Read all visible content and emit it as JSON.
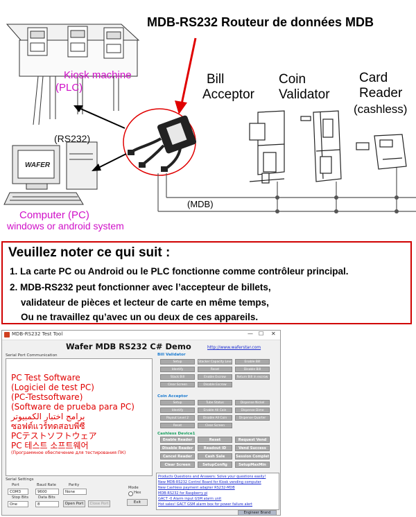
{
  "diagram": {
    "title": "MDB-RS232 Routeur de données MDB",
    "kiosk_label_1": "Kiosk machine",
    "kiosk_label_2": "(PLC)",
    "rs232_label": "(RS232)",
    "computer_label_1": "Computer (PC)",
    "computer_label_2": "windows or android system",
    "bill_label_1": "Bill",
    "bill_label_2": "Acceptor",
    "coin_label_1": "Coin",
    "coin_label_2": "Validator",
    "card_label_1": "Card",
    "card_label_2": "Reader",
    "card_label_3": "(cashless)",
    "mdb_label": "(MDB)",
    "monitor_brand": "WAFER",
    "colors": {
      "title_red": "#d00000",
      "magenta": "#d010c8",
      "arrow_red": "#e00000"
    }
  },
  "notice": {
    "title": "Veuillez noter ce qui suit :",
    "line1": "1. La carte PC ou Android ou le PLC fonctionne comme contrôleur principal.",
    "line2": "2. MDB-RS232 peut fonctionner avec l’accepteur de billets,",
    "line3": "validateur de pièces et lecteur de carte en même temps,",
    "line4": "Ou ne travaillez qu’avec un ou deux de ces appareils."
  },
  "app": {
    "window_title": "MDB-RS232 Test Tool",
    "title": "Wafer MDB RS232 C# Demo",
    "link": "http://www.waferstar.com",
    "serial_comm_label": "Serial Port Communication",
    "bill_validator_label": "Bill Validator",
    "bill_buttons": [
      "Setup",
      "Stacker Capacity Level",
      "Enable Bill",
      "Identify",
      "Reset",
      "Disable Bill",
      "Stack Bill",
      "Enable Escrow",
      "Return Bill in escrow",
      "Clear Screen",
      "Disable Escrow",
      ""
    ],
    "coin_acceptor_label": "Coin Acceptor",
    "coin_buttons": [
      "Setup",
      "Tube Status",
      "Dispense Nickel",
      "Identify",
      "Enable All Coin",
      "Dispense Dime",
      "Payout Level 2",
      "Disable All Coin",
      "Dispense Quarter",
      "Reset",
      "Clear Screen",
      ""
    ],
    "cashless_label": "Cashless Device1",
    "cashless_buttons": [
      "Enable Reader",
      "Reset",
      "Request Vend",
      "Disable Reader",
      "Readout ID",
      "Vend Success",
      "Cancel Reader",
      "Cash Sale",
      "Session Complete",
      "Clear Screen",
      "SetupConfig",
      "SetupMaxMin"
    ],
    "serial_settings_label": "Serial Settings",
    "port_label": "Port",
    "port_value": "COM3",
    "baud_label": "Baud Rate",
    "baud_value": "9600",
    "parity_label": "Parity",
    "parity_value": "None",
    "stopbits_label": "Stop Bits",
    "stopbits_value": "One",
    "databits_label": "Data Bits",
    "databits_value": "8",
    "open_port_label": "Open Port",
    "close_port_label": "Close Port",
    "mode_label": "Mode",
    "mode_value": "Hex",
    "exit_label": "Exit",
    "links": [
      "Products Questions and Answers: Solve your questions easily!",
      "New MDB-RS232 Control Board for Kiosk vending computer",
      "New Cashless payment adapter RS232-MDB",
      "MDB-RS232 for Raspberry pi",
      "GACT -0 Alarm input GSM alarm unit",
      "Hot sales! GACT GSM alarm box for power failure alert"
    ],
    "engineer_button": "Engineer Brand",
    "overlay": [
      "PC Test Software",
      "(Logiciel de test PC)",
      "(PC-Testsoftware)",
      "(Software de prueba para PC)",
      "برامج اختبار الكمبيوتر",
      "ซอฟต์แวร์ทดสอบพีซี",
      "PCテストソフトウェア",
      "PC 테스트 소프트웨어",
      "(Программное обеспечение для тестирования ПК)"
    ]
  }
}
